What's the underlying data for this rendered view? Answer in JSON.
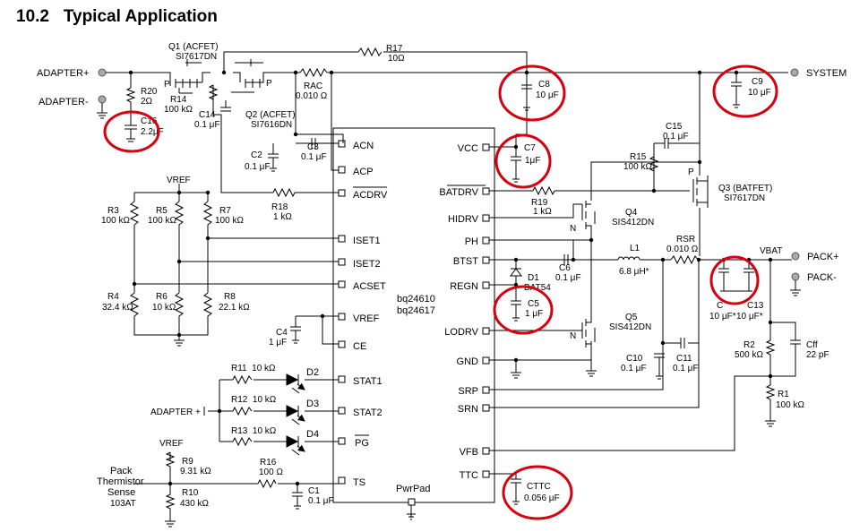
{
  "title": "10.2   Typical Application",
  "ic": {
    "part": [
      "bq24610",
      "bq24617"
    ],
    "left_pins": [
      "ACN",
      "ACP",
      "ACDRV",
      "ISET1",
      "ISET2",
      "ACSET",
      "VREF",
      "CE",
      "STAT1",
      "STAT2",
      "PG",
      "TS"
    ],
    "right_pins": [
      "VCC",
      "BATDRV",
      "HIDRV",
      "PH",
      "BTST",
      "REGN",
      "LODRV",
      "GND",
      "SRP",
      "SRN",
      "VFB",
      "TTC"
    ],
    "bottom_pin": "PwrPad"
  },
  "ports": {
    "adapter_pos": "ADAPTER+",
    "adapter_neg": "ADAPTER-",
    "system": "SYSTEM",
    "pack_pos": "PACK+",
    "pack_neg": "PACK-",
    "vbat": "VBAT",
    "adapter_plus_led": "ADAPTER +",
    "pack_thermistor": [
      "Pack",
      "Thermistor",
      "Sense",
      "103AT"
    ]
  },
  "components": {
    "q1": [
      "Q1 (ACFET)",
      "SI7617DN"
    ],
    "q2": [
      "Q2 (ACFET)",
      "SI7616DN"
    ],
    "q3": [
      "Q3 (BATFET)",
      "SI7617DN"
    ],
    "q4": [
      "Q4",
      "SIS412DN"
    ],
    "q5": [
      "Q5",
      "SIS412DN"
    ],
    "r17": [
      "R17",
      "10Ω"
    ],
    "rac": [
      "RAC",
      "0.010 Ω"
    ],
    "r20": [
      "R20",
      "2Ω"
    ],
    "c16": [
      "C16",
      "2.2μF"
    ],
    "r14": [
      "R14",
      "100 kΩ"
    ],
    "c14": [
      "C14",
      "0.1 μF"
    ],
    "c2": [
      "C2",
      "0.1 μF"
    ],
    "c3": [
      "C3",
      "0.1 μF"
    ],
    "r18": [
      "R18",
      "1 kΩ"
    ],
    "c8": [
      "C8",
      "10 μF"
    ],
    "c9": [
      "C9",
      "10 μF"
    ],
    "c7": [
      "C7",
      "1μF"
    ],
    "c15": [
      "C15",
      "0.1 μF"
    ],
    "r15": [
      "R15",
      "100 kΩ"
    ],
    "r19": [
      "R19",
      "1 kΩ"
    ],
    "l1": [
      "L1",
      "6.8 μH*"
    ],
    "rsr": [
      "RSR",
      "0.010 Ω"
    ],
    "d1": [
      "D1",
      "BAT54"
    ],
    "c6": [
      "C6",
      "0.1 μF"
    ],
    "c5": [
      "C5",
      "1 μF"
    ],
    "c10": [
      "C10",
      "0.1 μF"
    ],
    "c11": [
      "C11",
      "0.1 μF"
    ],
    "c12": [
      "C",
      "10 μF*"
    ],
    "c13": [
      "C13",
      "10 μF*"
    ],
    "r2": [
      "R2",
      "500 kΩ"
    ],
    "cff": [
      "Cff",
      "22 pF"
    ],
    "r1": [
      "R1",
      "100 kΩ"
    ],
    "vref_a": "VREF",
    "vref_b": "VREF",
    "r3": [
      "R3",
      "100 kΩ"
    ],
    "r5": [
      "R5",
      "100 kΩ"
    ],
    "r7": [
      "R7",
      "100 kΩ"
    ],
    "r4": [
      "R4",
      "32.4 kΩ"
    ],
    "r6": [
      "R6",
      "10 kΩ"
    ],
    "r8": [
      "R8",
      "22.1 kΩ"
    ],
    "c4": [
      "C4",
      "1 μF"
    ],
    "r11": "R11  10 kΩ",
    "r12": "R12  10 kΩ",
    "r13": "R13  10 kΩ",
    "d2": "D2",
    "d3": "D3",
    "d4": "D4",
    "r9": [
      "R9",
      "9.31 kΩ"
    ],
    "r10": [
      "R10",
      "430 kΩ"
    ],
    "r16": [
      "R16",
      "100 Ω"
    ],
    "c1": [
      "C1",
      "0.1 μF"
    ],
    "cttc": [
      "CTTC",
      "0.056 μF"
    ],
    "pin_p": "P",
    "pin_n": "N"
  },
  "highlight_color": "#d6000f"
}
